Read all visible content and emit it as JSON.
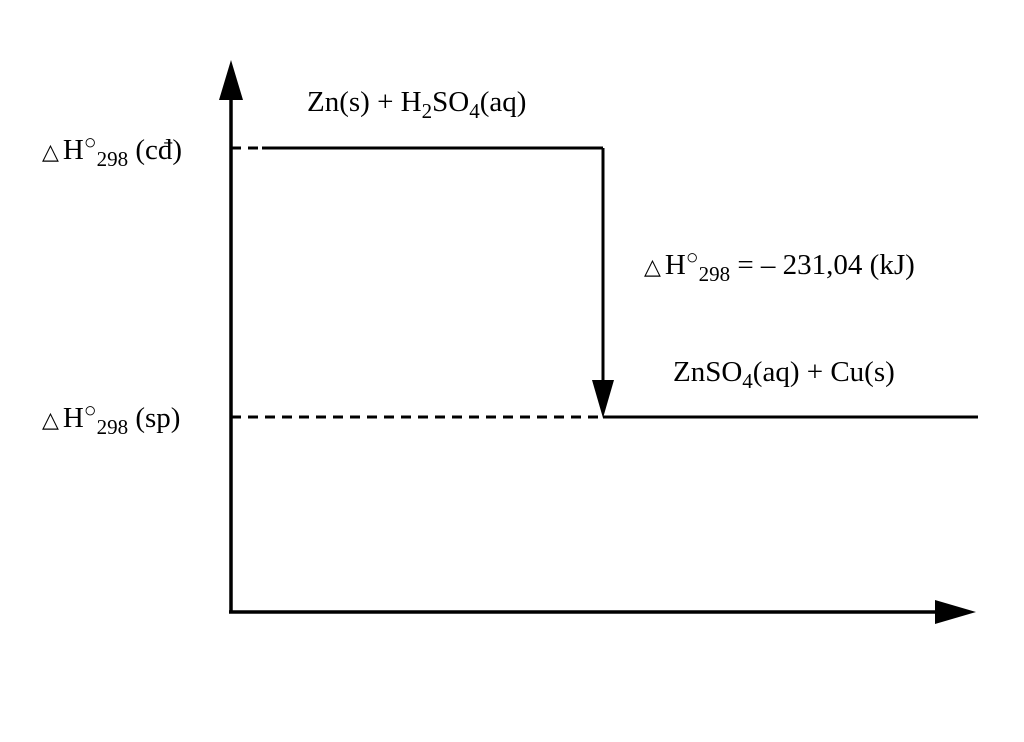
{
  "diagram": {
    "reactants": {
      "p1": "Zn(s) + H",
      "s1": "2",
      "p2": "SO",
      "s2": "4",
      "p3": "(aq)"
    },
    "products": {
      "p1": "ZnSO",
      "s1": "4",
      "p2": "(aq) + Cu(s)"
    },
    "level_reactants": {
      "symbol": "△",
      "h": "H",
      "deg": "○",
      "temp": "298",
      "tag": " (cđ)"
    },
    "level_products": {
      "symbol": "△",
      "h": "H",
      "deg": "○",
      "temp": "298",
      "tag": " (sp)"
    },
    "delta": {
      "symbol": "△",
      "h": "H",
      "deg": "○",
      "temp": "298",
      "value": " = – 231,04 (kJ)"
    },
    "colors": {
      "stroke": "#000000",
      "background": "#ffffff"
    }
  }
}
